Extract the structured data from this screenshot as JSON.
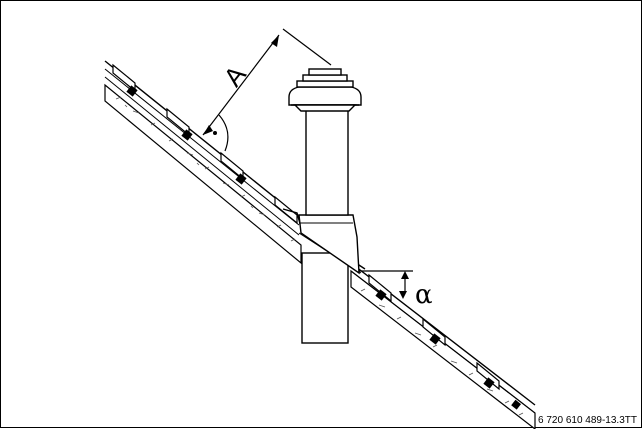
{
  "diagram": {
    "labels": {
      "distance_label": "A",
      "angle_label": "α",
      "figure_code": "6 720 610 489-13.3TT"
    },
    "colors": {
      "line": "#000000",
      "background": "#ffffff",
      "hatch": "#555555",
      "batten": "#000000"
    }
  }
}
